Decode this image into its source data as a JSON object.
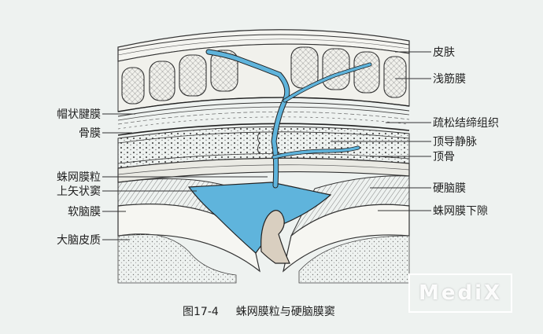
{
  "labels_right": {
    "skin": "皮肤",
    "superficial_fascia": "浅筋膜",
    "loose_connective": "疏松结缔组织",
    "parietal_emissary_vein": "顶导静脉",
    "parietal_bone": "顶骨",
    "dura_mater": "硬脑膜",
    "subarachnoid_space": "蛛网膜下隙"
  },
  "labels_left": {
    "galea": "帽状腱膜",
    "periosteum": "骨膜",
    "arachnoid_granulation": "蛛网膜粒",
    "superior_sagittal_sinus": "上矢状窦",
    "pia_mater": "软脑膜",
    "cerebral_cortex": "大脑皮质"
  },
  "caption": {
    "figure_number": "图17-4",
    "title": "蛛网膜粒与硬脑膜窦"
  },
  "watermark": "MediX",
  "colors": {
    "background": "#eef2f0",
    "vein_blue": "#5fb4dc",
    "ink": "#2a2a2a"
  }
}
